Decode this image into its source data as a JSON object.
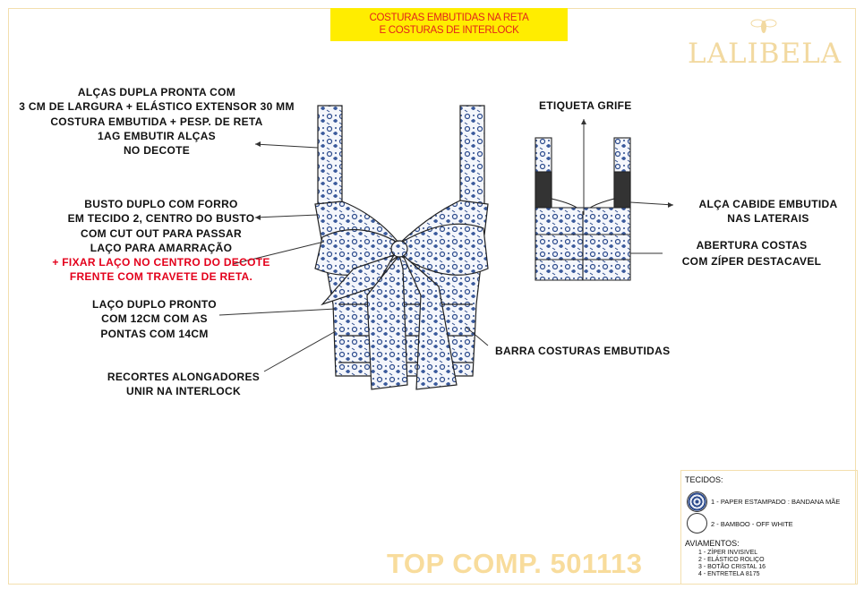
{
  "banner": {
    "line1": "COSTURAS EMBUTIDAS NA RETA",
    "line2": "E COSTURAS DE INTERLOCK"
  },
  "brand": {
    "logo": "LALIBELA"
  },
  "title": "TOP COMP. 501113",
  "annotations": {
    "alcas": [
      "ALÇAS DUPLA PRONTA COM",
      "3 CM DE LARGURA + ELÁSTICO EXTENSOR 30 MM",
      "COSTURA EMBUTIDA +  PESP. DE RETA",
      "1AG EMBUTIR ALÇAS",
      "NO DECOTE"
    ],
    "busto": [
      "BUSTO DUPLO COM FORRO",
      "EM TECIDO 2, CENTRO DO BUSTO",
      "COM CUT OUT PARA PASSAR",
      "LAÇO PARA AMARRAÇÃO"
    ],
    "busto_red": [
      "+  FIXAR LAÇO NO CENTRO DO DECOTE",
      "FRENTE COM TRAVETE DE RETA."
    ],
    "laco": [
      "LAÇO DUPLO PRONTO",
      "COM 12CM COM AS",
      "PONTAS COM 14CM"
    ],
    "recortes": [
      "RECORTES ALONGADORES",
      "UNIR NA INTERLOCK"
    ],
    "barra": "BARRA COSTURAS EMBUTIDAS",
    "etiqueta": "ETIQUETA GRIFE",
    "alca_cabide": [
      "ALÇA CABIDE EMBUTIDA",
      "NAS LATERAIS"
    ],
    "abertura": [
      "ABERTURA COSTAS",
      "COM ZÍPER DESTACAVEL"
    ]
  },
  "legend": {
    "tecidos_title": "TECIDOS:",
    "tecidos": [
      {
        "label": "1 - PAPER ESTAMPADO : BANDANA MÃE",
        "color": "#2b4a8c"
      },
      {
        "label": "2 - BAMBOO - OFF WHITE",
        "color": "#ffffff"
      }
    ],
    "aviamentos_title": "AVIAMENTOS:",
    "aviamentos": [
      "1 - ZÍPER INVISIVEL",
      "2 - ELÁSTICO ROLIÇO",
      "3 - BOTÃO CRISTAL 16",
      "4 - ENTRETELA 8175"
    ]
  }
}
